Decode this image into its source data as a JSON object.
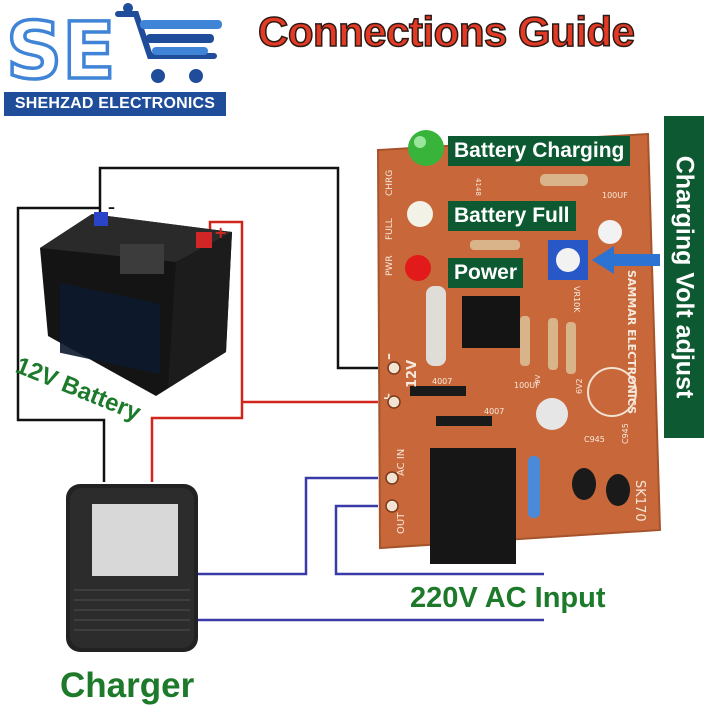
{
  "logo": {
    "letters": "SE",
    "brand_name": "SHEHZAD ELECTRONICS"
  },
  "title": "Connections Guide",
  "indicators": {
    "charging": "Battery Charging",
    "full": "Battery Full",
    "power": "Power"
  },
  "volt_adjust": "Charging Volt adjust",
  "battery_label": "12V Battery",
  "ac_input_label": "220V AC Input",
  "charger_label": "Charger",
  "pcb": {
    "chrg": "CHRG",
    "full": "FULL",
    "pwr": "PWR",
    "volt": "12V",
    "minus": "–",
    "plus": "+",
    "ac_in": "AC IN",
    "out": "OUT",
    "model": "SK170",
    "brand": "SAMMAR ELECTRONICS",
    "vr": "VR10K",
    "cap1": "100UF",
    "cap2": "100UF",
    "diode1": "4007",
    "diode2": "4007",
    "tr1": "C945",
    "tr2": "C945",
    "zener": "6V2",
    "res": "4148",
    "volt_small": "9V"
  },
  "battery_terminals": {
    "neg": "–",
    "pos": "+"
  },
  "colors": {
    "title_red": "#e23a24",
    "tag_green": "#0d5a32",
    "label_green": "#1c7a2a",
    "logo_blue": "#1f4d9a",
    "pcb": "#c8683a",
    "wire_red": "#d2261c",
    "wire_blue": "#3a3aa8",
    "wire_black": "#111111"
  }
}
